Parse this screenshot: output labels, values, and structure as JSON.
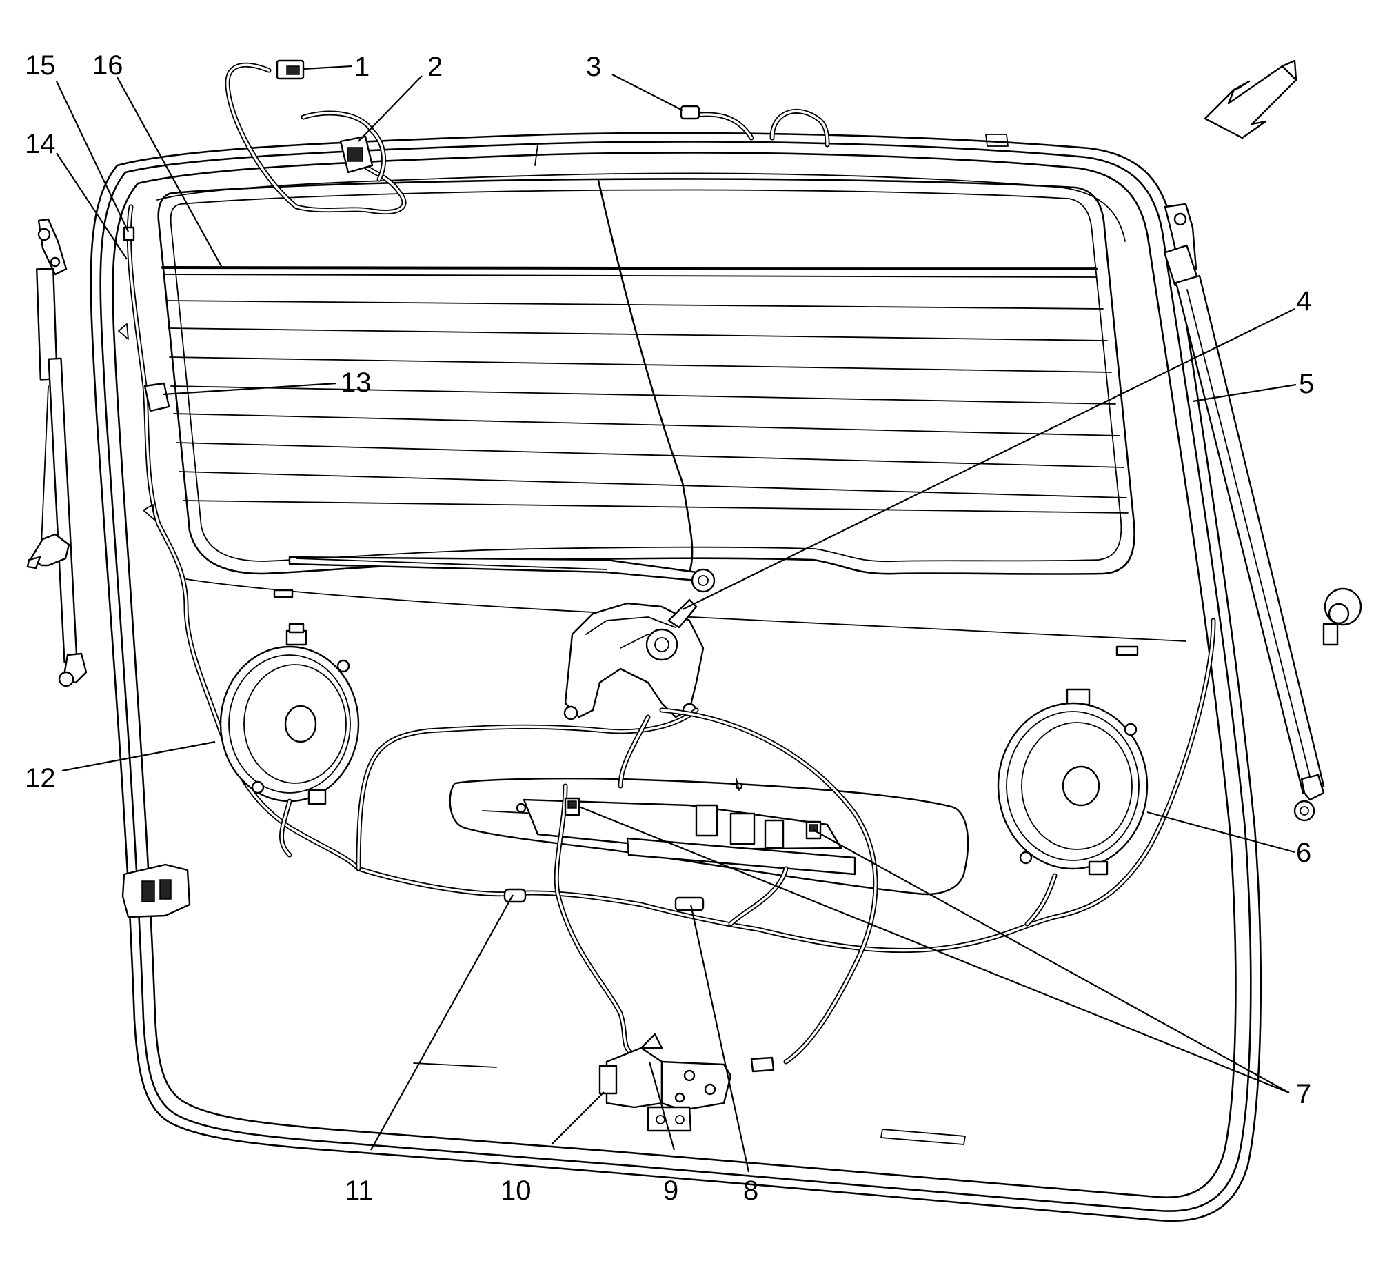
{
  "diagram": {
    "callouts": [
      {
        "id": "c1",
        "text": "1"
      },
      {
        "id": "c2",
        "text": "2"
      },
      {
        "id": "c3",
        "text": "3"
      },
      {
        "id": "c4",
        "text": "4"
      },
      {
        "id": "c5",
        "text": "5"
      },
      {
        "id": "c6",
        "text": "6"
      },
      {
        "id": "c7",
        "text": "7"
      },
      {
        "id": "c8",
        "text": "8"
      },
      {
        "id": "c9",
        "text": "9"
      },
      {
        "id": "c10",
        "text": "10"
      },
      {
        "id": "c11",
        "text": "11"
      },
      {
        "id": "c12",
        "text": "12"
      },
      {
        "id": "c13",
        "text": "13"
      },
      {
        "id": "c14",
        "text": "14"
      },
      {
        "id": "c15",
        "text": "15"
      },
      {
        "id": "c16",
        "text": "16"
      }
    ],
    "colors": {
      "line": "#000000",
      "background": "#ffffff"
    },
    "icons": [
      "front-direction-arrow-icon"
    ]
  }
}
